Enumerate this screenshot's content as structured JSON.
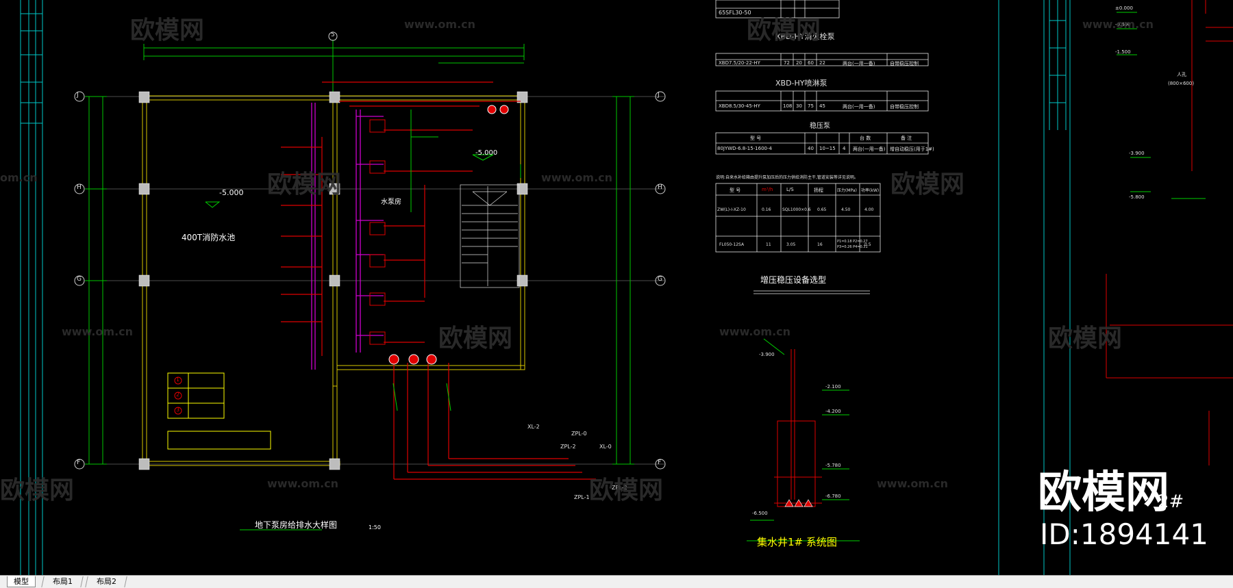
{
  "tabs": [
    {
      "label": "模型",
      "active": true
    },
    {
      "label": "布局1",
      "active": false
    },
    {
      "label": "布局2",
      "active": false
    }
  ],
  "watermark": {
    "brand": "欧模网",
    "site": "www.om.cn",
    "site_short": "om.cn",
    "id_label": "ID:1894141"
  },
  "plan": {
    "grid_axes": [
      "J",
      "H",
      "G",
      "F"
    ],
    "top_axis": "5",
    "room_tank": "400T消防水池",
    "room_pump": "水泵房",
    "elev_tank": "-5.000",
    "elev_pump": "-5.000",
    "title": "地下泵房给排水大样图",
    "scale": "1:50",
    "legend": [
      "1",
      "2",
      "3"
    ],
    "pipe_labels": [
      "ZPL-0",
      "ZPL-2",
      "XL-0",
      "XL-2",
      "ZPL-1",
      "ZPL-2"
    ]
  },
  "tables": {
    "t1_model": "65SFL30-50",
    "t2_title": "XBD-HY消火栓泵",
    "t2_row": [
      "XBD7.5/20-22-HY",
      "72",
      "20",
      "60",
      "22",
      "两台(一用一备)",
      "自带稳压控制"
    ],
    "t3_title": "XBD-HY喷淋泵",
    "t3_row": [
      "XBD8.5/30-45-HY",
      "108",
      "30",
      "75",
      "45",
      "两台(一用一备)",
      "自带稳压控制"
    ],
    "t4_title": "稳压泵",
    "t4_head": [
      "型 号",
      "",
      "",
      "台 数",
      "备 注"
    ],
    "t4_row": [
      "80JYWD-6.8-15-1600-4",
      "40",
      "10~15",
      "4",
      "两台(一用一备)",
      "增自动稳压(用于1#)"
    ],
    "t5_note": "说明:自来水补给箱由提升泵加压后的压力供给消防主干,管道安装等详见说明。",
    "t5_head": [
      "型 号",
      "m³/h",
      "L/S",
      "扬程",
      "压力(MPa)",
      "功率(kW)"
    ],
    "t5_row1": [
      "ZW(L)-I-XZ-10",
      "0.16",
      "SQL1000×0.6",
      "0.65",
      "4.50",
      "4.00"
    ],
    "t5_row2": [
      "FL050-12SA",
      "11",
      "3.05",
      "16",
      "P1=0.18 P2=0.27",
      "P3=0.26 P4=0.31",
      "0.5"
    ],
    "t5_title": "增压稳压设备选型"
  },
  "section": {
    "title": "集水井1# 系统图",
    "elevations": [
      "-2.100",
      "-4.200",
      "-5.780",
      "-6.780",
      "-6.500"
    ],
    "elev_small": "-3.900"
  },
  "right": {
    "labels": [
      "±0.000",
      "-0.600",
      "-1.500",
      "-3.900",
      "-5.800",
      "人孔",
      "(800×600)"
    ],
    "big_label": "2#"
  }
}
